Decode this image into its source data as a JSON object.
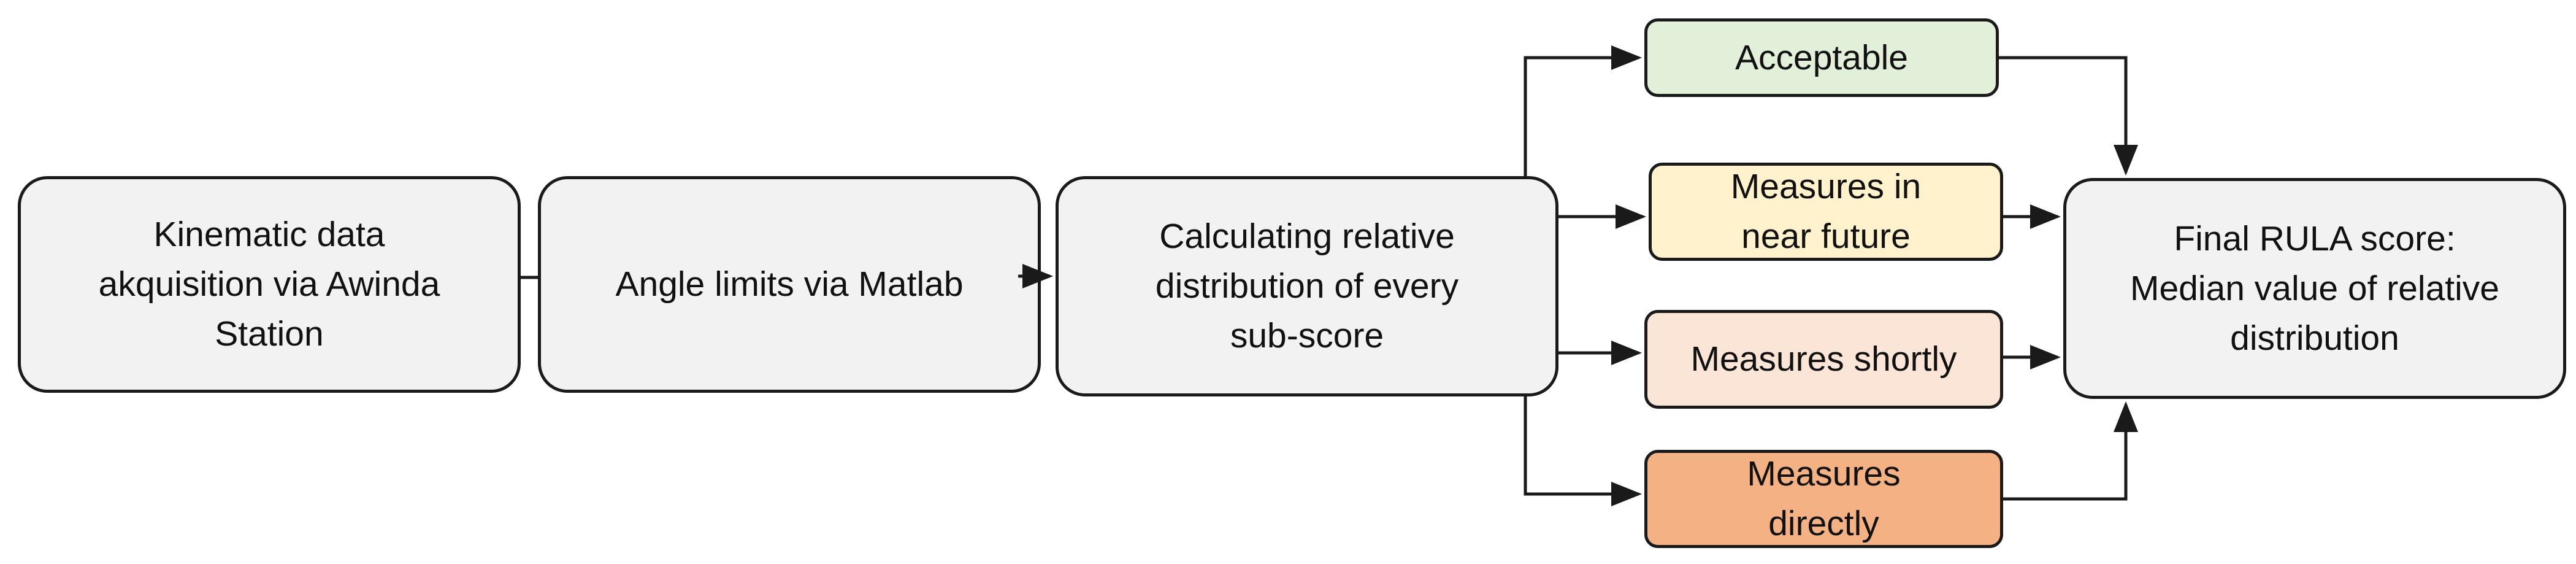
{
  "nodes": {
    "kinematic": "Kinematic data\nakquisition via Awinda\nStation",
    "angle": "Angle limits via Matlab",
    "calculating": "Calculating relative\ndistribution of every\nsub-score",
    "acceptable": "Acceptable",
    "near_future": "Measures in\nnear future",
    "shortly": "Measures shortly",
    "directly": "Measures\ndirectly",
    "final": "Final RULA score:\nMedian value of relative\ndistribution"
  },
  "colors": {
    "process": "#f2f2f2",
    "acceptable": "#e2efd9",
    "near_future": "#fff2cc",
    "shortly": "#fbe5d6",
    "directly": "#f4b183",
    "line": "#1a1a1a"
  }
}
